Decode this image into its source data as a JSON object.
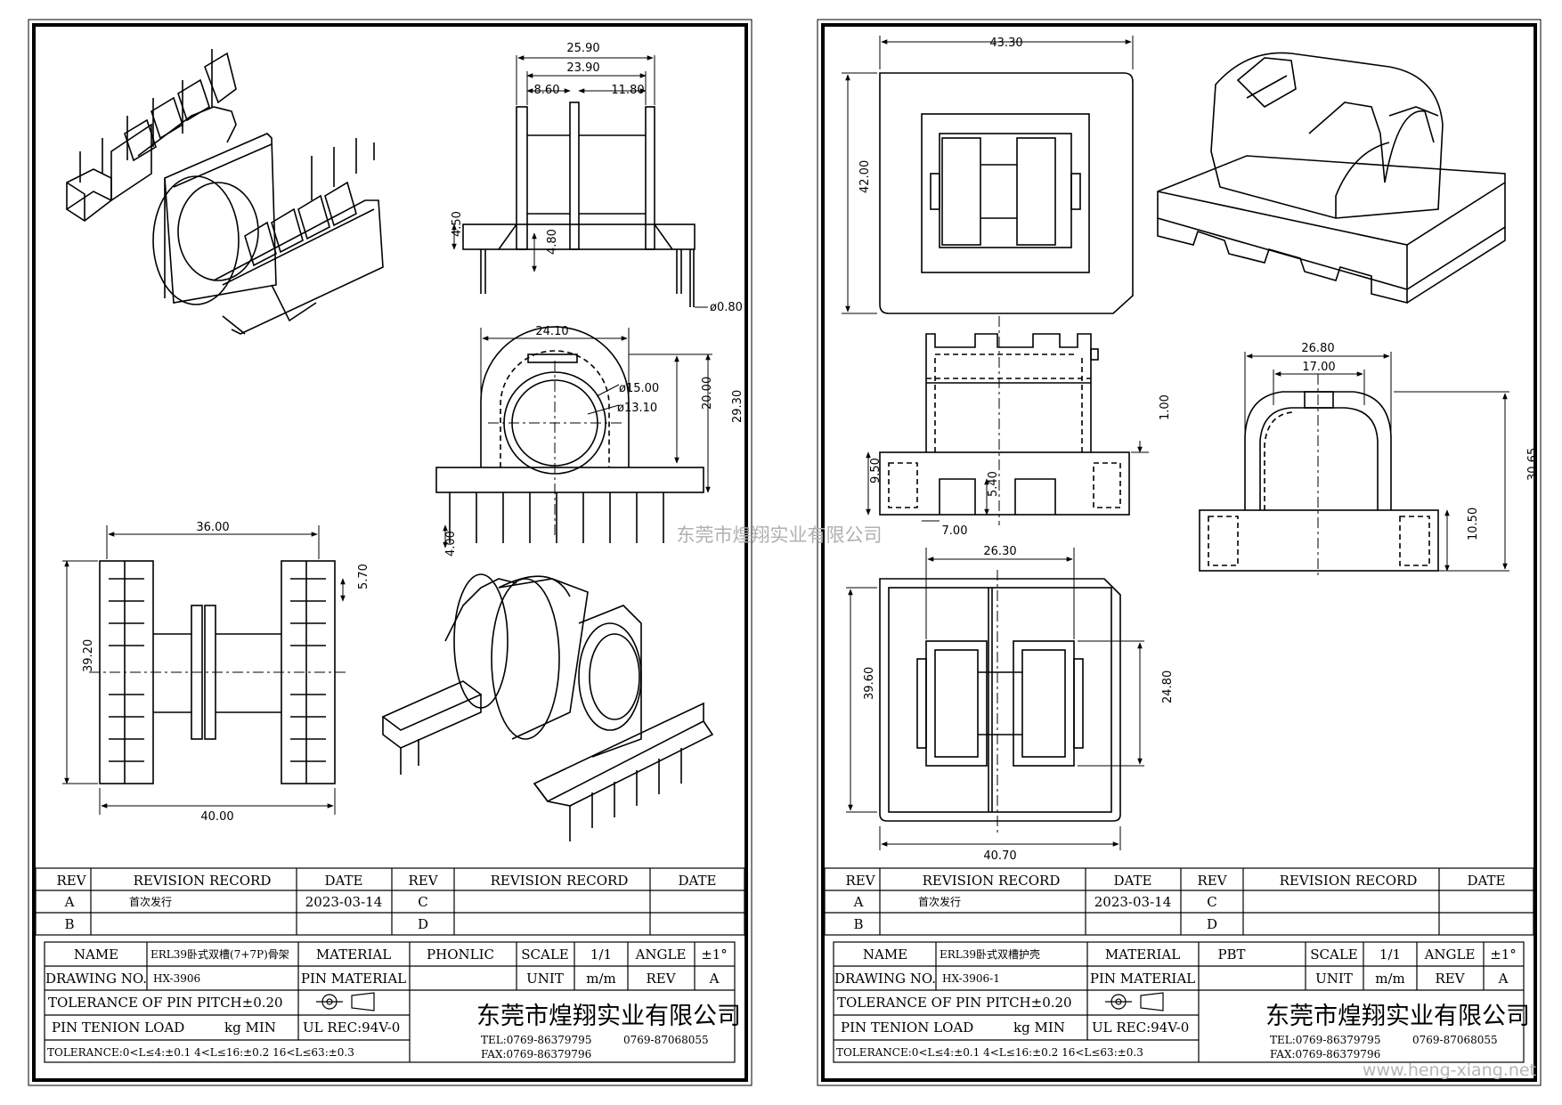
{
  "watermark_center": "东莞市煌翔实业有限公司",
  "watermark_corner": "www.heng-xiang.net",
  "left_sheet": {
    "dimensions": {
      "d_25_90": "25.90",
      "d_23_90": "23.90",
      "d_8_60": "8.60",
      "d_11_80": "11.80",
      "d_4_50": "4.50",
      "d_4_80": "4.80",
      "d_phi_0_80": "ø0.80",
      "d_24_10": "24.10",
      "d_phi_15_00": "ø15.00",
      "d_phi_13_10": "ø13.10",
      "d_20_00": "20.00",
      "d_29_30": "29.30",
      "d_4_00": "4.00",
      "d_36_00": "36.00",
      "d_39_20": "39.20",
      "d_5_70": "5.70",
      "d_40_00": "40.00"
    },
    "revision": {
      "headers": [
        "REV",
        "REVISION RECORD",
        "DATE",
        "REV",
        "REVISION RECORD",
        "DATE"
      ],
      "rows": [
        [
          "A",
          "首次发行",
          "2023-03-14",
          "C",
          "",
          ""
        ],
        [
          "B",
          "",
          "",
          "D",
          "",
          ""
        ]
      ]
    },
    "title": {
      "name_label": "NAME",
      "name_value": "ERL39卧式双槽(7+7P)骨架",
      "material_label": "MATERIAL",
      "material_value": "PHONLIC",
      "scale_label": "SCALE",
      "scale_value": "1/1",
      "angle_label": "ANGLE",
      "angle_value": "±1°",
      "drawing_no_label": "DRAWING NO.",
      "drawing_no_value": "HX-3906",
      "pin_material_label": "PIN MATERIAL",
      "unit_label": "UNIT",
      "unit_value": "m/m",
      "rev_label": "REV",
      "rev_value": "A",
      "tolerance_pitch": "TOLERANCE OF PIN PITCH±0.20",
      "pin_tenion_label": "PIN TENION LOAD",
      "pin_tenion_unit": "kg MIN",
      "ul_rec": "UL REC:94V-0",
      "tolerance_line": "TOLERANCE:0<L≤4:±0.1  4<L≤16:±0.2  16<L≤63:±0.3",
      "company": "东莞市煌翔实业有限公司",
      "tel": "TEL:0769-86379795",
      "tel2": "0769-87068055",
      "fax": "FAX:0769-86379796"
    }
  },
  "right_sheet": {
    "dimensions": {
      "d_43_30": "43.30",
      "d_42_00": "42.00",
      "d_1_00": "1.00",
      "d_9_50": "9.50",
      "d_5_40": "5.40",
      "d_7_00": "7.00",
      "d_26_80": "26.80",
      "d_17_00": "17.00",
      "d_30_65": "30.65",
      "d_10_50": "10.50",
      "d_26_30": "26.30",
      "d_39_60": "39.60",
      "d_24_80": "24.80",
      "d_40_70": "40.70"
    },
    "revision": {
      "headers": [
        "REV",
        "REVISION RECORD",
        "DATE",
        "REV",
        "REVISION RECORD",
        "DATE"
      ],
      "rows": [
        [
          "A",
          "首次发行",
          "2023-03-14",
          "C",
          "",
          ""
        ],
        [
          "B",
          "",
          "",
          "D",
          "",
          ""
        ]
      ]
    },
    "title": {
      "name_label": "NAME",
      "name_value": "ERL39卧式双槽护壳",
      "material_label": "MATERIAL",
      "material_value": "PBT",
      "scale_label": "SCALE",
      "scale_value": "1/1",
      "angle_label": "ANGLE",
      "angle_value": "±1°",
      "drawing_no_label": "DRAWING NO.",
      "drawing_no_value": "HX-3906-1",
      "pin_material_label": "PIN MATERIAL",
      "unit_label": "UNIT",
      "unit_value": "m/m",
      "rev_label": "REV",
      "rev_value": "A",
      "tolerance_pitch": "TOLERANCE OF PIN PITCH±0.20",
      "pin_tenion_label": "PIN TENION LOAD",
      "pin_tenion_unit": "kg MIN",
      "ul_rec": "UL REC:94V-0",
      "tolerance_line": "TOLERANCE:0<L≤4:±0.1  4<L≤16:±0.2  16<L≤63:±0.3",
      "company": "东莞市煌翔实业有限公司",
      "tel": "TEL:0769-86379795",
      "tel2": "0769-87068055",
      "fax": "FAX:0769-86379796"
    }
  }
}
